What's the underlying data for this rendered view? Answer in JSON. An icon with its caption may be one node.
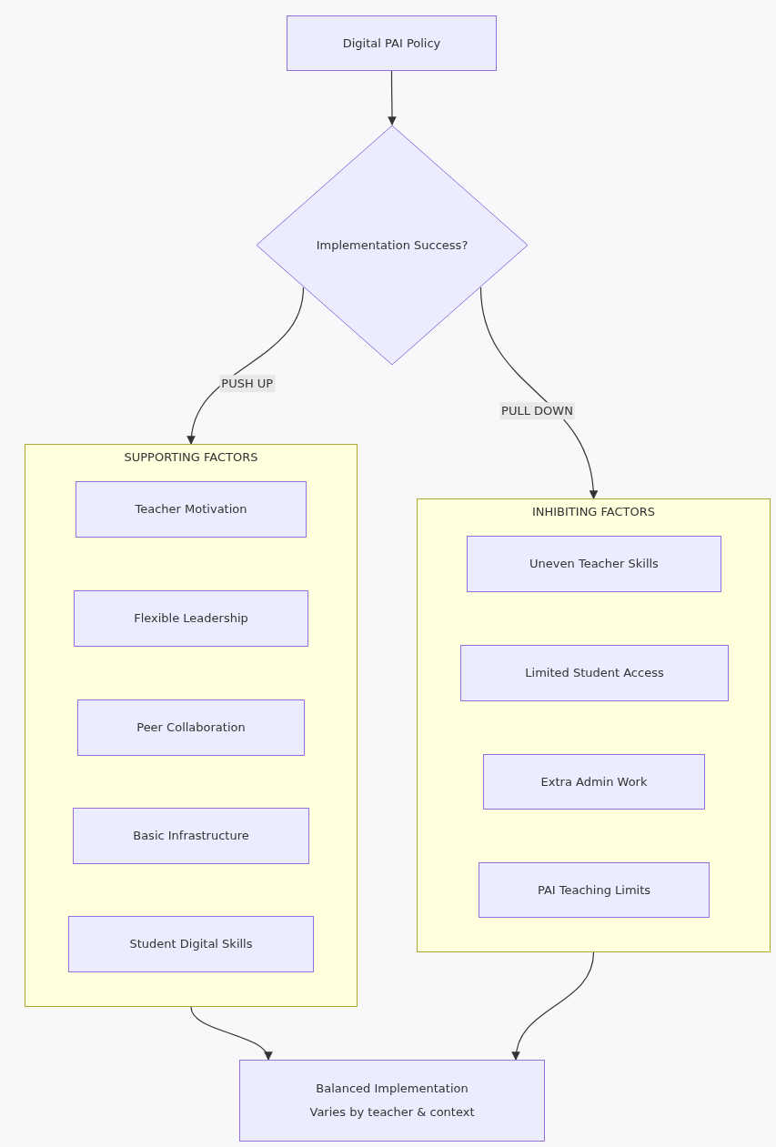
{
  "diagram": {
    "nodes": [
      {
        "text": [
          "Digital PAI Policy"
        ]
      },
      {
        "text": [
          "Implementation Success?"
        ]
      },
      {
        "text": [
          "SUPPORTING FACTORS"
        ]
      },
      {
        "text": [
          "Teacher Motivation"
        ],
        "in": 2
      },
      {
        "text": [
          "Flexible Leadership"
        ],
        "in": 2
      },
      {
        "text": [
          "Peer Collaboration"
        ],
        "in": 2
      },
      {
        "text": [
          "Basic Infrastructure"
        ],
        "in": 2
      },
      {
        "text": [
          "Student Digital Skills"
        ],
        "in": 2
      },
      {
        "text": [
          "INHIBITING FACTORS"
        ]
      },
      {
        "text": [
          "Uneven Teacher Skills"
        ],
        "in": 8
      },
      {
        "text": [
          "Limited Student Access"
        ],
        "in": 8
      },
      {
        "text": [
          "Extra Admin Work"
        ],
        "in": 8
      },
      {
        "text": [
          "PAI Teaching Limits"
        ],
        "in": 8
      },
      {
        "text": [
          "Balanced Implementation",
          "Varies by teacher & context"
        ]
      }
    ],
    "edges": [
      {
        "from": 0,
        "to": 1,
        "arrow": "to"
      },
      {
        "from": 1,
        "to": 2,
        "label": "PUSH UP",
        "arrow": "to"
      },
      {
        "from": 1,
        "to": 8,
        "label": "PULL DOWN",
        "arrow": "to"
      },
      {
        "from": 2,
        "to": 13,
        "arrow": "to"
      },
      {
        "from": 8,
        "to": 13,
        "arrow": "to"
      }
    ]
  }
}
